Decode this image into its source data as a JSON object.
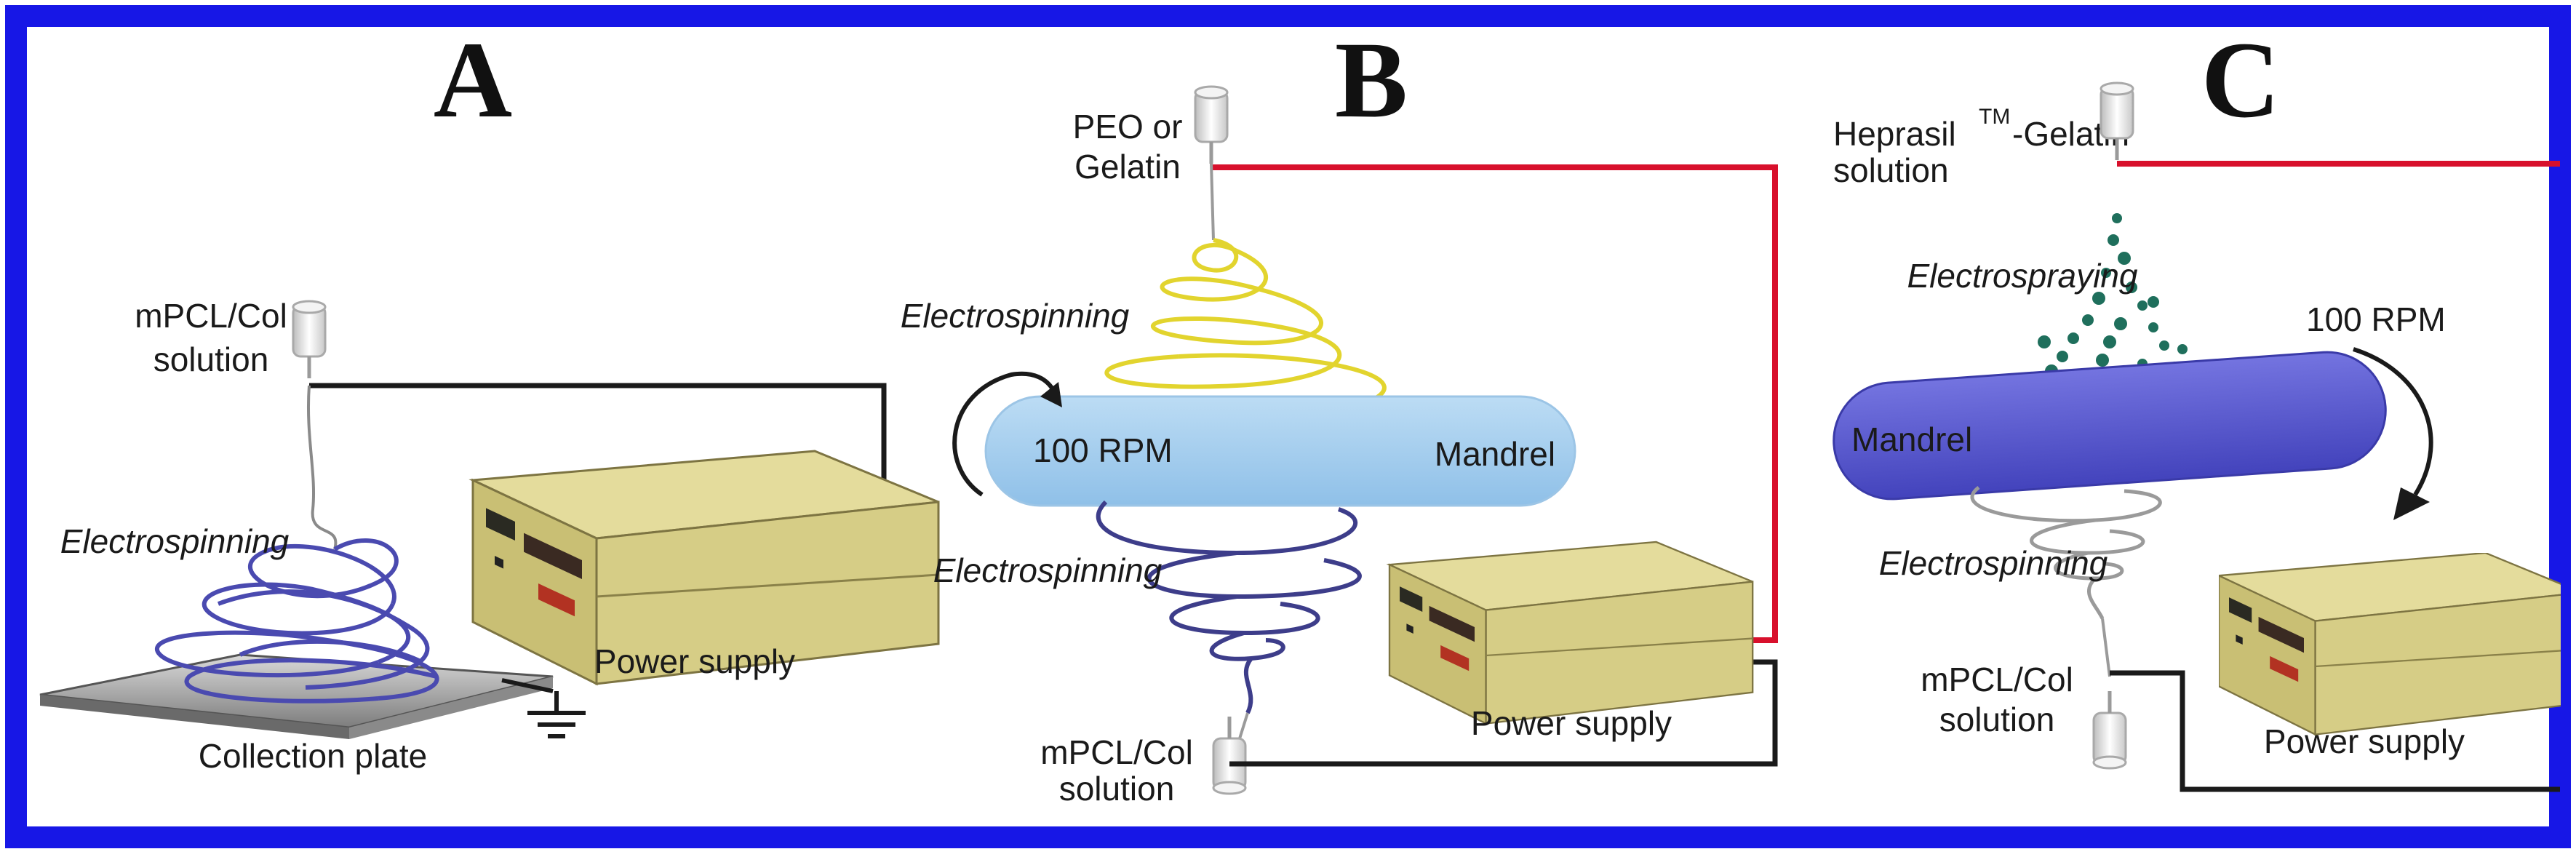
{
  "colors": {
    "border": "#1717e6",
    "wire_black": "#1a1a1a",
    "wire_red": "#d8102c",
    "supply_body": "#d6cd86",
    "supply_dark": "#9a9153",
    "supply_panel": "#2a2a22",
    "mandrel_light": "#a9d1ef",
    "mandrel_dark": "#5b5bd1",
    "fiber_blue": "#4a4ab0",
    "fiber_yellow": "#e2d42e",
    "fiber_gray": "#9a9a9a",
    "droplet": "#1f6f5c"
  },
  "panels": {
    "a": {
      "letter": "A",
      "solution": [
        "mPCL/Col",
        "solution"
      ],
      "process": "Electrospinning",
      "supply": "Power supply",
      "plate": "Collection plate"
    },
    "b": {
      "letter": "B",
      "top_solution": [
        "PEO or",
        "Gelatin"
      ],
      "top_process": "Electrospinning",
      "rpm": "100 RPM",
      "mandrel": "Mandrel",
      "bottom_process": "Electrospinning",
      "supply": "Power supply",
      "bottom_solution": [
        "mPCL/Col",
        "solution"
      ]
    },
    "c": {
      "letter": "C",
      "top_solution_1": "Heprasil",
      "top_solution_tm": "TM",
      "top_solution_2": "-Gelatin",
      "top_solution_3": "solution",
      "spray_process": "Electrospraying",
      "rpm": "100 RPM",
      "mandrel": "Mandrel",
      "bottom_process": "Electrospinning",
      "bottom_solution": [
        "mPCL/Col",
        "solution"
      ],
      "supply": "Power supply"
    }
  }
}
